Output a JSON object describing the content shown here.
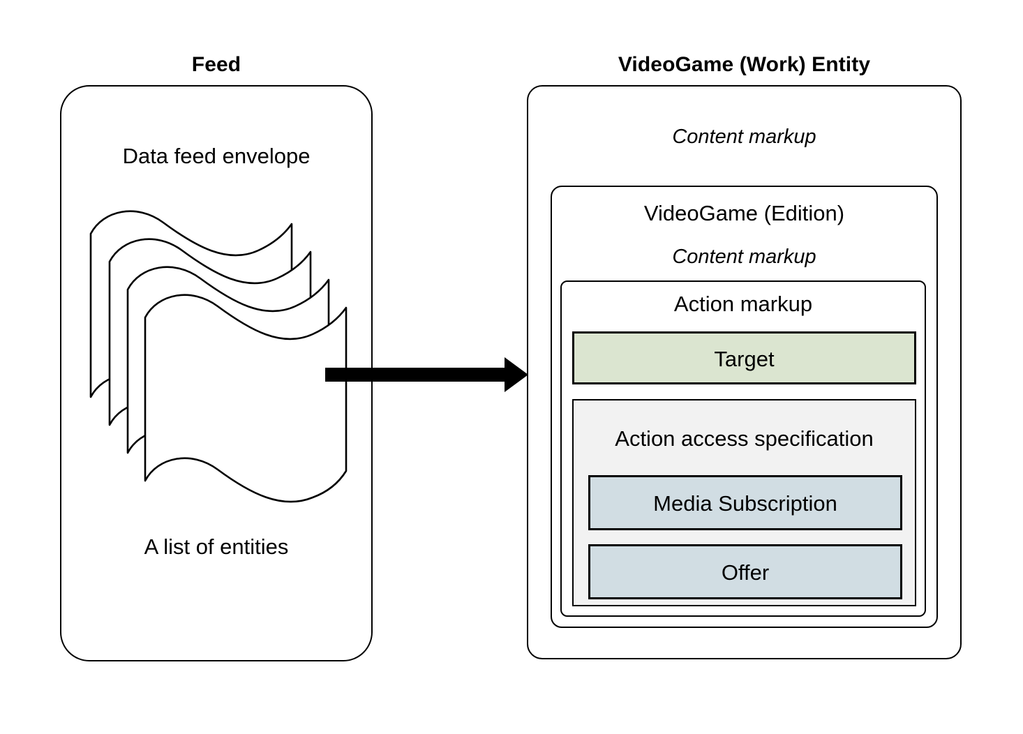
{
  "diagram": {
    "type": "flow-diagram",
    "background_color": "#ffffff",
    "stroke_color": "#000000",
    "panels": [
      {
        "id": "feed",
        "title": "Feed",
        "labels": [
          "Data feed envelope",
          "A list of entities"
        ],
        "icon": "page-stack-icon",
        "page_count": 4
      },
      {
        "id": "videogame-work-entity",
        "title": "VideoGame (Work) Entity",
        "labels": [
          "Content markup"
        ]
      }
    ],
    "connector": {
      "name": "feed-to-entity-arrow",
      "direction": "right",
      "style": "solid-block-arrow",
      "color": "#000000"
    }
  },
  "left_panel": {
    "title": "Feed",
    "envelope_label": "Data feed envelope",
    "list_label": "A list of entities",
    "stack_icon_name": "page-stack-icon"
  },
  "right_panel": {
    "title": "VideoGame (Work) Entity",
    "content_markup_label": "Content markup",
    "edition": {
      "title": "VideoGame (Edition)",
      "content_markup_label": "Content markup",
      "action_markup": {
        "title": "Action markup",
        "target": {
          "label": "Target",
          "fill": "#dbe5d0"
        },
        "action_access_specification": {
          "label": "Action access specification",
          "fill": "#f2f2f2",
          "items": [
            {
              "label": "Media Subscription",
              "fill": "#d1dde3"
            },
            {
              "label": "Offer",
              "fill": "#d1dde3"
            }
          ]
        }
      }
    }
  },
  "colors": {
    "target_green": "#dbe5d0",
    "access_gray": "#f2f2f2",
    "item_blue_gray": "#d1dde3",
    "stroke": "#000000",
    "background": "#ffffff"
  }
}
